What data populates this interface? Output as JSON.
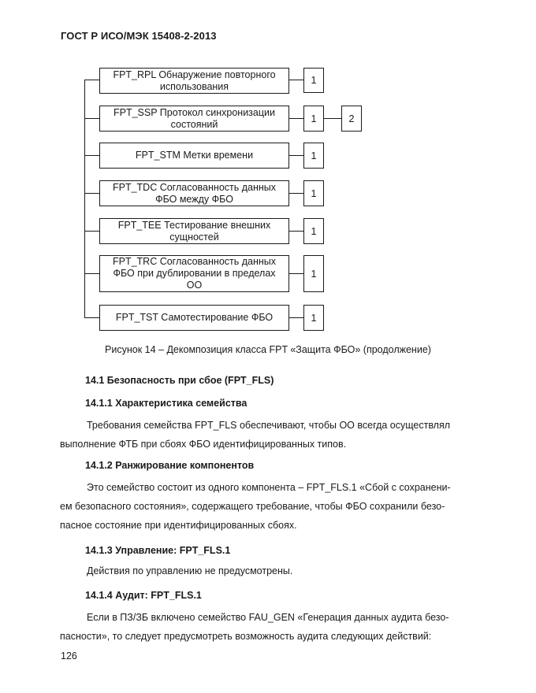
{
  "header": "ГОСТ Р ИСО/МЭК 15408-2-2013",
  "diagram": {
    "rows": [
      {
        "label_lines": [
          "FPT_RPL Обнаружение повторного",
          "использования"
        ],
        "levels": [
          "1"
        ]
      },
      {
        "label_lines": [
          "FPT_SSP Протокол синхронизации",
          "состояний"
        ],
        "levels": [
          "1",
          "2"
        ]
      },
      {
        "label_lines": [
          "FPT_STM Метки времени"
        ],
        "levels": [
          "1"
        ]
      },
      {
        "label_lines": [
          "FPT_TDC Согласованность данных",
          "ФБО между ФБО"
        ],
        "levels": [
          "1"
        ]
      },
      {
        "label_lines": [
          "FPT_TEE Тестирование внешних",
          "сущностей"
        ],
        "levels": [
          "1"
        ]
      },
      {
        "label_lines": [
          "FPT_TRC Согласованность данных",
          "ФБО при дублировании в пределах",
          "ОО"
        ],
        "levels": [
          "1"
        ]
      },
      {
        "label_lines": [
          "FPT_TST Самотестирование ФБО"
        ],
        "levels": [
          "1"
        ]
      }
    ]
  },
  "caption": "Рисунок 14 – Декомпозиция класса FPT «Защита ФБО» (продолжение)",
  "sections": {
    "s141": "14.1  Безопасность при сбое (FPT_FLS)",
    "s1411": "14.1.1  Характеристика семейства",
    "p1411": [
      "Требования семейства FPT_FLS обеспечивают, чтобы ОО всегда осуществлял",
      "выполнение ФТБ при сбоях ФБО идентифицированных типов."
    ],
    "s1412": "14.1.2  Ранжирование компонентов",
    "p1412": [
      "Это семейство состоит из одного компонента – FPT_FLS.1 «Сбой с сохранени-",
      "ем безопасного состояния», содержащего требование, чтобы ФБО сохранили безо-",
      "пасное состояние при идентифицированных сбоях."
    ],
    "s1413": "14.1.3  Управление: FPT_FLS.1",
    "p1413": [
      "Действия по управлению не предусмотрены."
    ],
    "s1414": "14.1.4  Аудит: FPT_FLS.1",
    "p1414": [
      "Если в ПЗ/ЗБ включено семейство FAU_GEN «Генерация данных аудита безо-",
      "пасности», то следует предусмотреть возможность аудита следующих действий:"
    ]
  },
  "page_number": "126"
}
